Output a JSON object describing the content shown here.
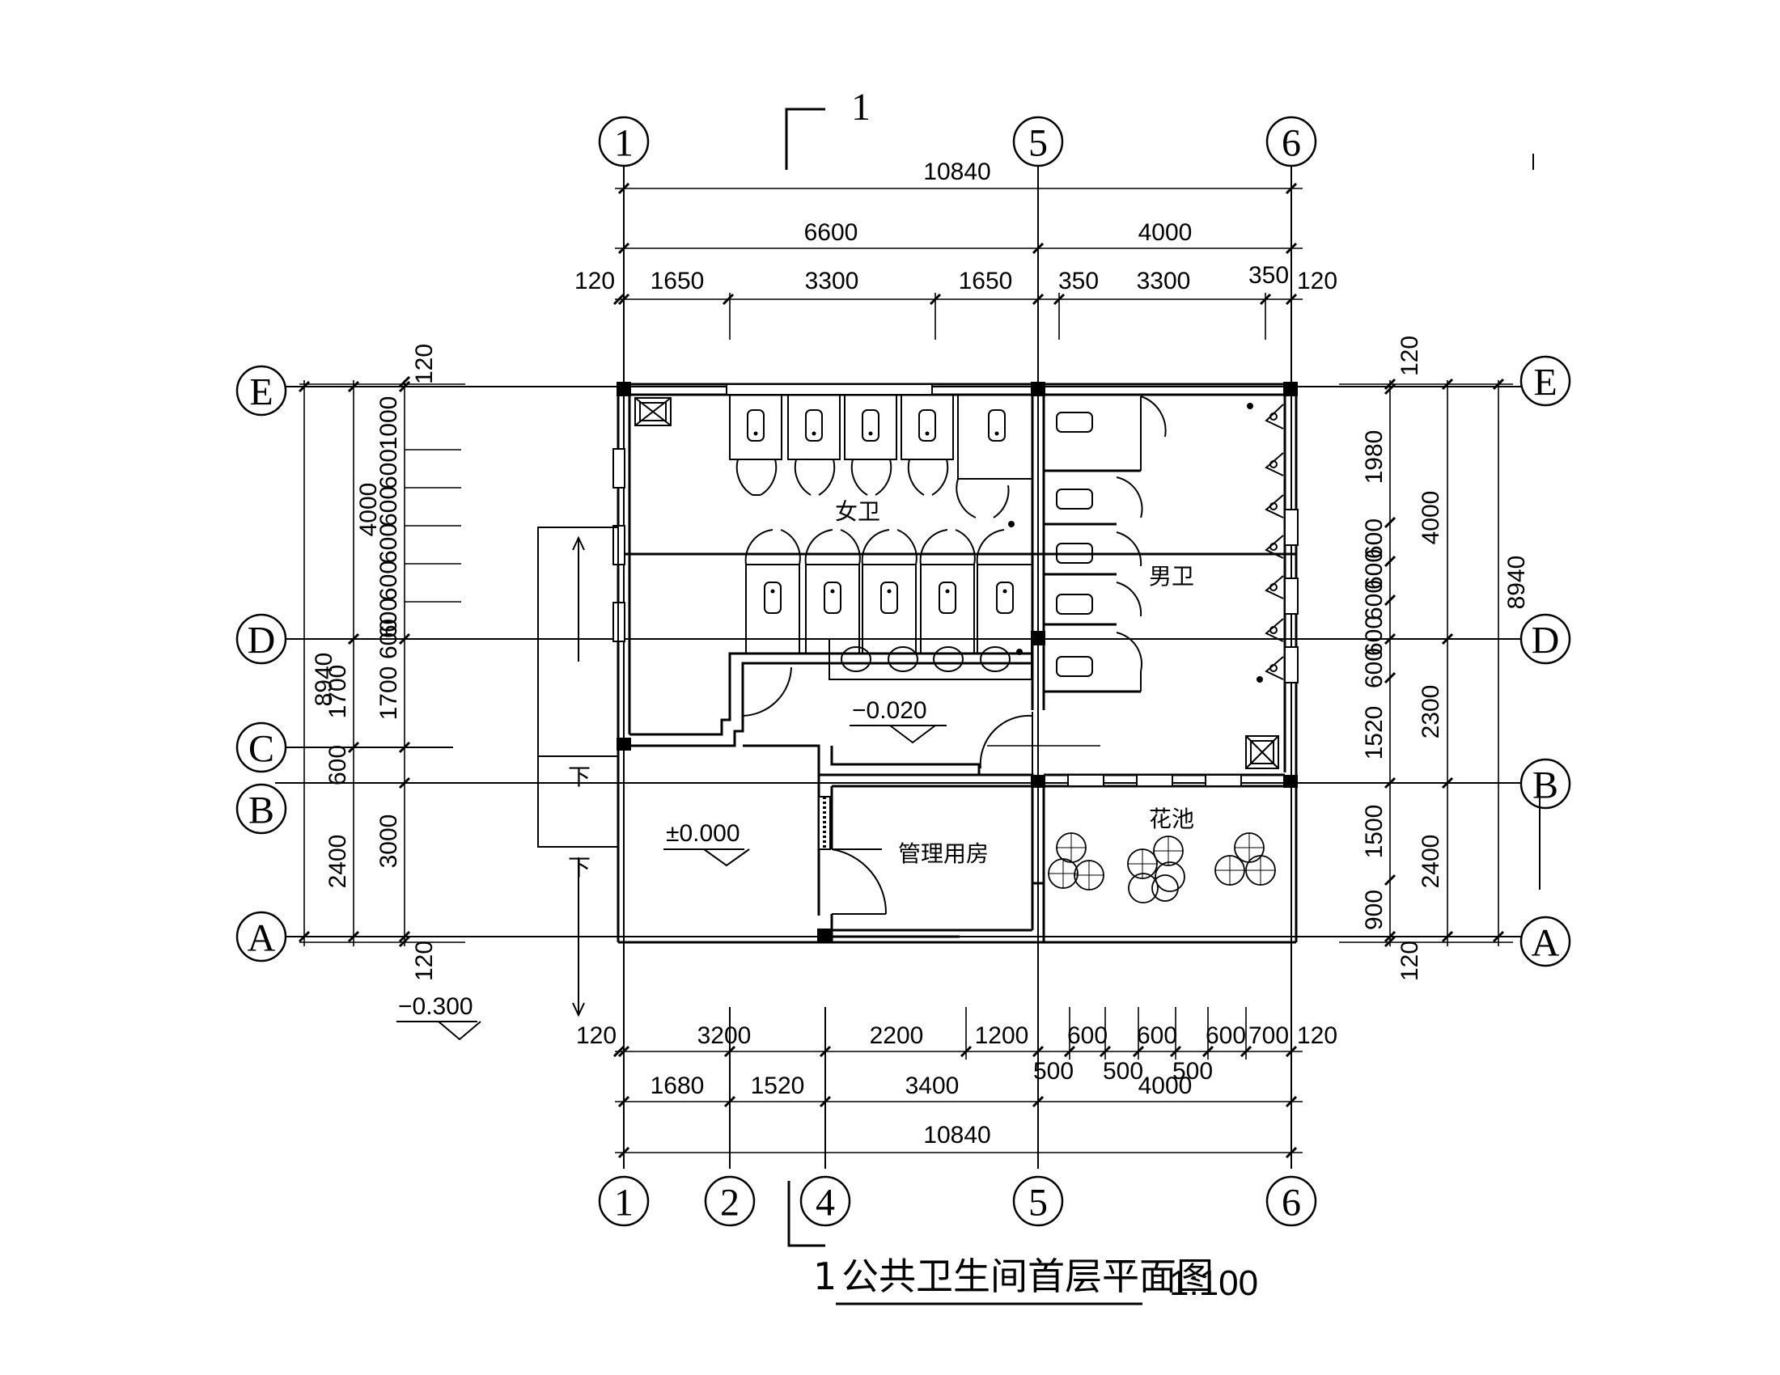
{
  "section_mark": "1",
  "axes": {
    "top": [
      "1",
      "5",
      "6"
    ],
    "bottom": [
      "1",
      "2",
      "4",
      "5",
      "6"
    ],
    "left": [
      "E",
      "D",
      "C",
      "B",
      "A"
    ],
    "right": [
      "E",
      "D",
      "B",
      "A"
    ]
  },
  "dims": {
    "top_total": "10840",
    "top_mid_left": "6600",
    "top_mid_right": "4000",
    "top_detail": [
      "120",
      "1650",
      "3300",
      "1650",
      "350",
      "3300",
      "350",
      "120"
    ],
    "bottom_detail": [
      "120",
      "3200",
      "2200",
      "1200",
      "600",
      "600",
      "600",
      "700",
      "120"
    ],
    "bottom_detail_sub": [
      "500",
      "500",
      "500"
    ],
    "bottom_mid": [
      "1680",
      "1520",
      "3400",
      "4000"
    ],
    "bottom_total": "10840",
    "left_inner": [
      "120",
      "1000",
      "600",
      "600",
      "600",
      "600",
      "600",
      "600",
      "1700",
      "600",
      "2400",
      "120"
    ],
    "left_mid": [
      "4000",
      "1700",
      "3000"
    ],
    "left_outer": "8940",
    "right_inner": [
      "120",
      "1980",
      "600",
      "600",
      "600",
      "600",
      "600",
      "1520",
      "1500",
      "900",
      "120"
    ],
    "right_mid": [
      "4000",
      "2300",
      "2400"
    ],
    "right_outer": "8940"
  },
  "rooms": {
    "women": "女卫",
    "men": "男卫",
    "office": "管理用房",
    "planter": "花池"
  },
  "elevations": {
    "hall": "−0.020",
    "entry": "±0.000",
    "outside": "−0.300"
  },
  "stairs_down": "下",
  "title": {
    "number": "1",
    "text": "公共卫生间首层平面图",
    "scale": "1:100"
  }
}
